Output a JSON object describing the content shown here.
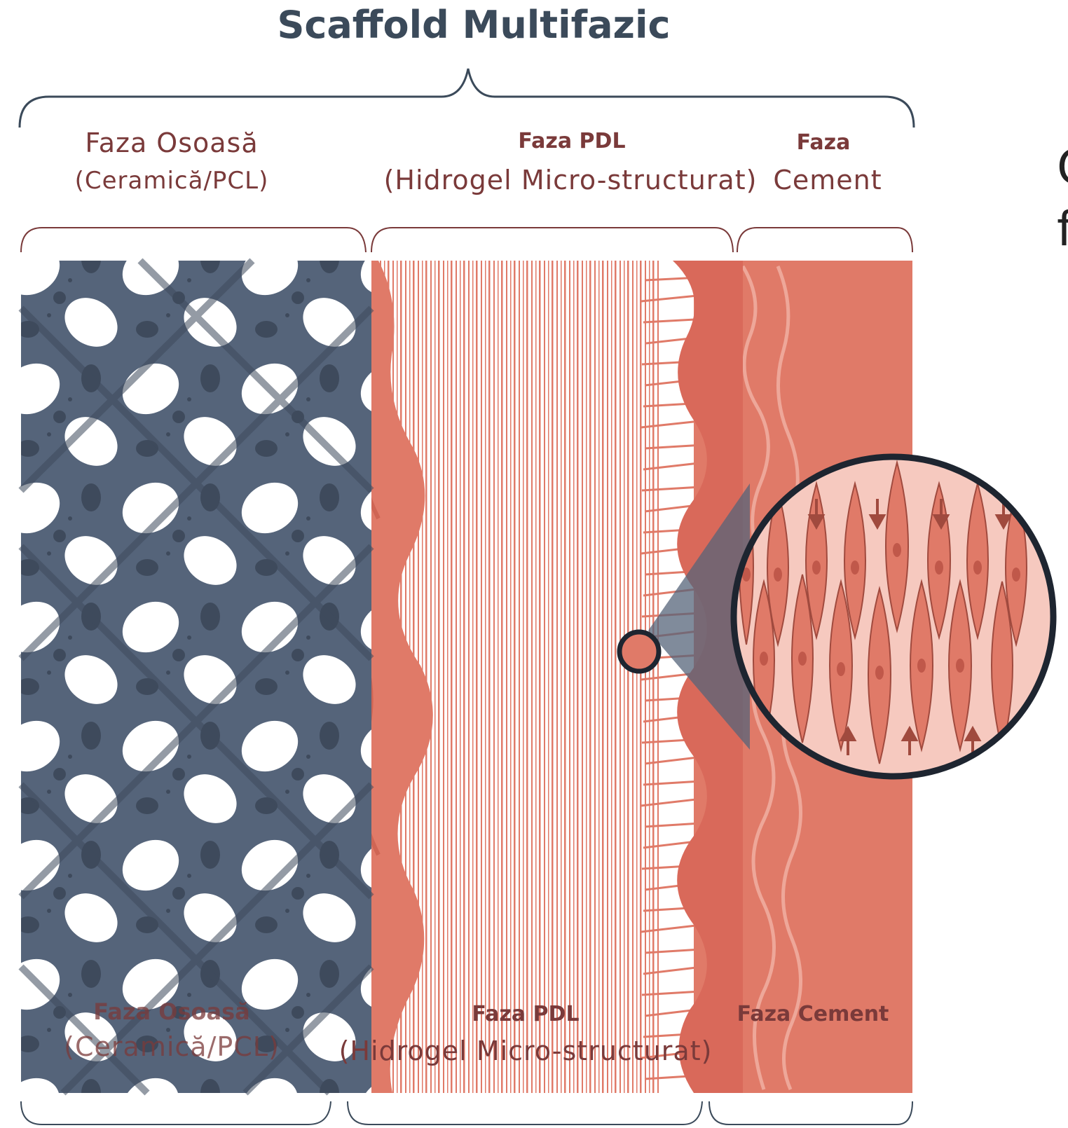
{
  "title": "Scaffold Multifazic",
  "top_labels": {
    "bone": {
      "line1": "Faza Osoasă",
      "line2": "(Ceramică/PCL)"
    },
    "pdl": {
      "line1": "Faza PDL",
      "line2": "(Hidrogel Micro-structurat)"
    },
    "cement": {
      "line1": "Faza",
      "line2": "Cement"
    }
  },
  "bottom_labels": {
    "bone": {
      "line1": "Faza Osoasă",
      "line2": "(Ceramică/PCL)"
    },
    "pdl": {
      "line1": "Faza PDL",
      "line2": "(Hidrogel Micro-structurat)"
    },
    "cement": {
      "line1": "Faza Cement"
    }
  },
  "side_text": {
    "line1": "C",
    "line2": "f"
  },
  "colors": {
    "bone_dark": "#3e4a5c",
    "bone_mid": "#55647a",
    "bone_light": "#6d7c92",
    "tissue": "#e07a68",
    "tissue_dark": "#c85d4c",
    "tissue_light": "#f2b3a6",
    "bracket": "#3b4a5a",
    "label": "#7a3a3a"
  },
  "icons": {
    "zoom_lens": "magnifier-circle-icon",
    "arrow_down": "arrow-down-icon",
    "arrow_up": "arrow-up-icon"
  }
}
